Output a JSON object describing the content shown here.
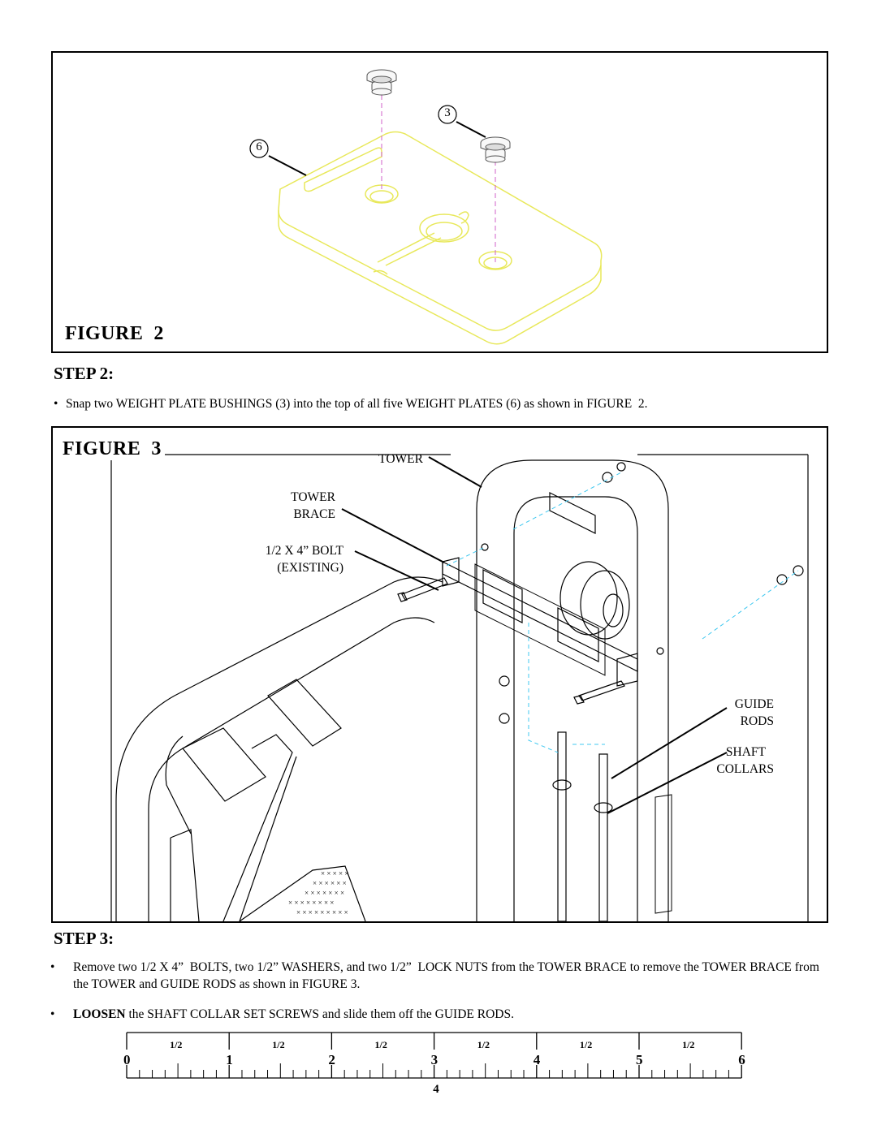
{
  "figure2": {
    "title": "FIGURE  2",
    "callout_bushing": "3",
    "callout_plate": "6"
  },
  "step2": {
    "heading": "STEP 2:",
    "bullet": "•",
    "text": "Snap two WEIGHT PLATE BUSHINGS (3) into the top of all five WEIGHT PLATES (6) as shown in FIGURE  2."
  },
  "figure3": {
    "title": "FIGURE  3",
    "labels": {
      "tower": "TOWER",
      "tower_brace_1": "TOWER",
      "tower_brace_2": "BRACE",
      "bolt_1": "1/2 X 4” BOLT",
      "bolt_2": "(EXISTING)",
      "guide_1": "GUIDE",
      "guide_2": "RODS",
      "shaft_1": "SHAFT",
      "shaft_2": "COLLARS"
    }
  },
  "step3": {
    "heading": "STEP 3:",
    "bullet": "•",
    "text1": "Remove two 1/2 X 4”  BOLTS, two 1/2” WASHERS, and two 1/2”  LOCK NUTS from the TOWER BRACE to remove the TOWER BRACE from the TOWER and GUIDE RODS as shown in FIGURE 3.",
    "text2_bold": "LOOSEN",
    "text2_rest": " the SHAFT COLLAR SET SCREWS and slide them off the GUIDE RODS."
  },
  "ruler": {
    "numbers": [
      "0",
      "1",
      "2",
      "3",
      "4",
      "5",
      "6"
    ],
    "half_label": "1/2"
  },
  "page_number": "4"
}
